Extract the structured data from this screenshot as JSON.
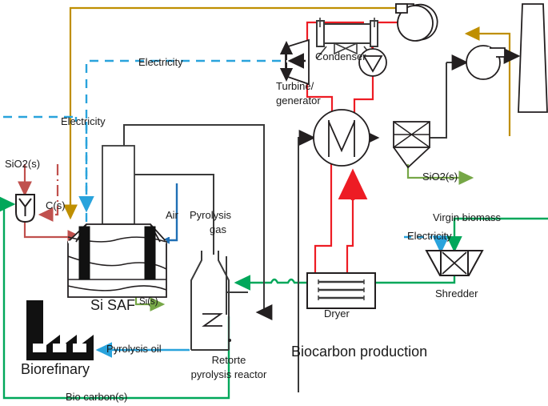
{
  "diagram": {
    "title_main": "Biocarbon production",
    "title_left": "Si SAF",
    "colors": {
      "black": "#231f20",
      "line_black": "#3a3a3a",
      "red": "#ed1c24",
      "red_dark": "#c0504d",
      "blue": "#29a3dc",
      "blue_dark": "#1f6fb5",
      "green": "#00a75a",
      "green_olive": "#76a747",
      "gold": "#bf8f00"
    }
  },
  "equipment": [
    {
      "id": "mixer",
      "label": "",
      "type": "mixer-vessel"
    },
    {
      "id": "si_saf",
      "label": "Si SAF",
      "type": "submerged-arc-furnace"
    },
    {
      "id": "retort",
      "label": "Retorte\npyrolysis reactor",
      "type": "retort-pyrolysis-reactor"
    },
    {
      "id": "biorefinery",
      "label": "Biorefinary",
      "type": "factory"
    },
    {
      "id": "condenser",
      "label": "Condenser",
      "type": "condenser"
    },
    {
      "id": "turbine",
      "label": "Turbine/\ngenerator",
      "type": "turbine-generator"
    },
    {
      "id": "boiler",
      "label": "",
      "type": "boiler"
    },
    {
      "id": "cyclone",
      "label": "",
      "type": "cyclone"
    },
    {
      "id": "stack",
      "label": "",
      "type": "stack"
    },
    {
      "id": "dryer",
      "label": "Dryer",
      "type": "dryer"
    },
    {
      "id": "shredder",
      "label": "Shredder",
      "type": "shredder"
    },
    {
      "id": "fan_top",
      "label": "",
      "type": "blower"
    },
    {
      "id": "fan_stack",
      "label": "",
      "type": "blower"
    },
    {
      "id": "pump",
      "label": "",
      "type": "pump"
    }
  ],
  "labels": {
    "equipment": {
      "si_saf": "Si SAF",
      "biorefinery": "Biorefinary",
      "condenser": "Condenser",
      "turbine_line1": "Turbine/",
      "turbine_line2": "generator",
      "retort_line1": "Retorte",
      "retort_line2": "pyrolysis reactor",
      "dryer": "Dryer",
      "shredder": "Shredder",
      "section_title": "Biocarbon production"
    },
    "streams": {
      "electricity_top": "Electricity",
      "electricity_left": "Electricity",
      "electricity_shredder": "Electricity",
      "sio2_in": "SiO2(s)",
      "sio2_out": "SiO2(s)",
      "carbon_in": "C(s)",
      "si_product": "Si(s)",
      "air": "Air",
      "pyrolysis_gas_l1": "Pyrolysis",
      "pyrolysis_gas_l2": "gas",
      "pyrolysis_oil": "Pyrolysis oil",
      "bio_carbon": "Bio carbon(s)",
      "virgin_biomass": "Virgin biomass"
    }
  }
}
